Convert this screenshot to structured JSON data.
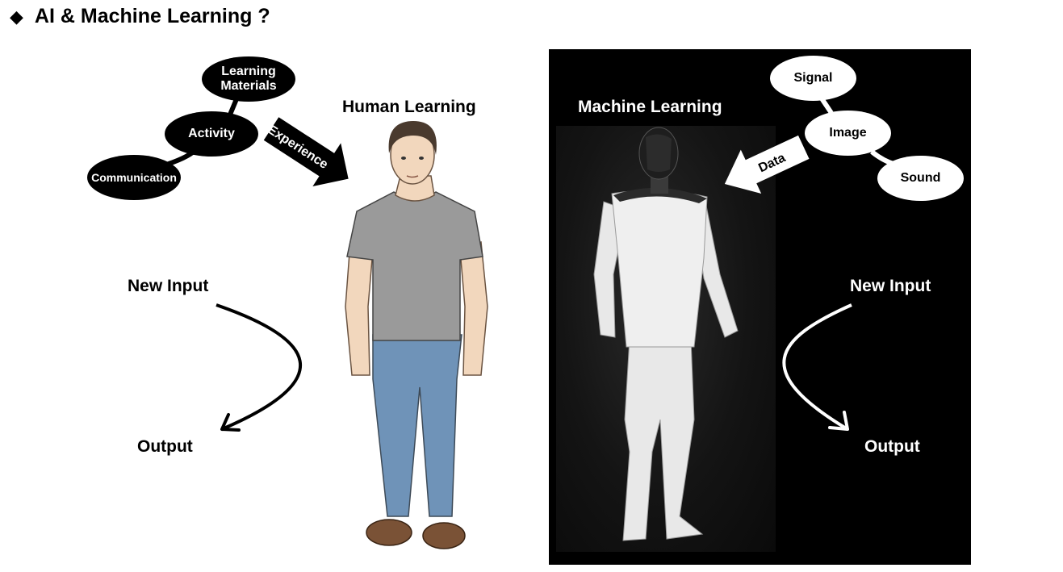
{
  "title": {
    "text": "AI & Machine Learning ?",
    "bullet": "◆"
  },
  "human": {
    "heading": "Human Learning",
    "sources": [
      "Learning Materials",
      "Activity",
      "Communication"
    ],
    "arrow_label": "Experience",
    "new_input": "New Input",
    "output": "Output"
  },
  "machine": {
    "heading": "Machine Learning",
    "sources": [
      "Signal",
      "Image",
      "Sound"
    ],
    "arrow_label": "Data",
    "new_input": "New Input",
    "output": "Output"
  },
  "colors": {
    "panel_background": "#000000",
    "page_background": "#ffffff",
    "shirt": "#9a9a9a",
    "jeans": "#6f93b8",
    "skin": "#f2d7bd",
    "robot_body": "#e8e8e8"
  }
}
